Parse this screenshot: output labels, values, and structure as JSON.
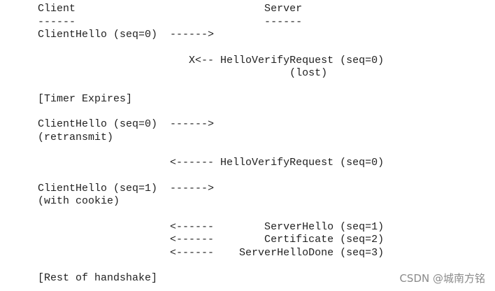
{
  "diagram": {
    "lines": [
      "      Client                              Server",
      "      ------                              ------",
      "      ClientHello (seq=0)  ------>",
      "",
      "                              X<-- HelloVerifyRequest (seq=0)",
      "                                              (lost)",
      "",
      "      [Timer Expires]",
      "",
      "      ClientHello (seq=0)  ------>",
      "      (retransmit)",
      "",
      "                           <------ HelloVerifyRequest (seq=0)",
      "",
      "      ClientHello (seq=1)  ------>",
      "      (with cookie)",
      "",
      "",
      "                           <------        ServerHello (seq=1)",
      "                           <------        Certificate (seq=2)",
      "                           <------    ServerHelloDone (seq=3)",
      "",
      "      [Rest of handshake]"
    ]
  },
  "watermark": {
    "text": "CSDN @城南方铭"
  }
}
